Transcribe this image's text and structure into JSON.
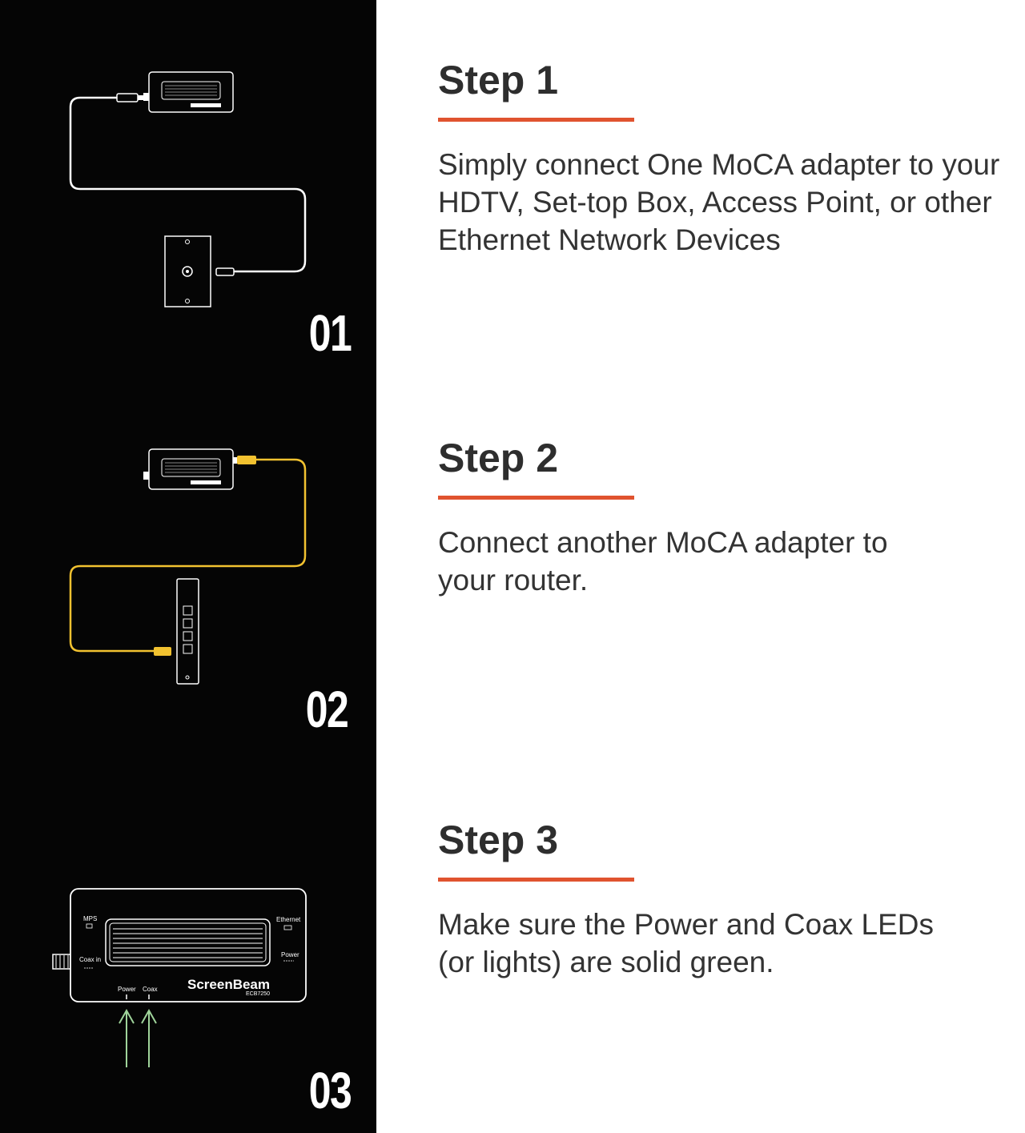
{
  "colors": {
    "panel_bg": "#050505",
    "accent_rule": "#e0532f",
    "cable_white": "#ffffff",
    "cable_yellow": "#f2c230",
    "led_arrow_green": "#9fd49a",
    "title_text": "#2e2e2e",
    "body_text": "#333333"
  },
  "steps": [
    {
      "number": "01",
      "title": "Step 1",
      "description": "Simply connect One MoCA adapter to your HDTV, Set-top Box, Access Point, or other Ethernet Network Devices"
    },
    {
      "number": "02",
      "title": "Step 2",
      "description": "Connect another MoCA adapter to your router."
    },
    {
      "number": "03",
      "title": "Step 3",
      "description": "Make sure the Power and Coax LEDs (or lights) are solid green."
    }
  ],
  "device": {
    "brand": "ScreenBeam",
    "model": "ECB7250",
    "labels": {
      "mps": "MPS",
      "coax_in": "Coax in",
      "ethernet": "Ethernet",
      "power_right": "Power",
      "power_led": "Power",
      "coax_led": "Coax"
    }
  }
}
